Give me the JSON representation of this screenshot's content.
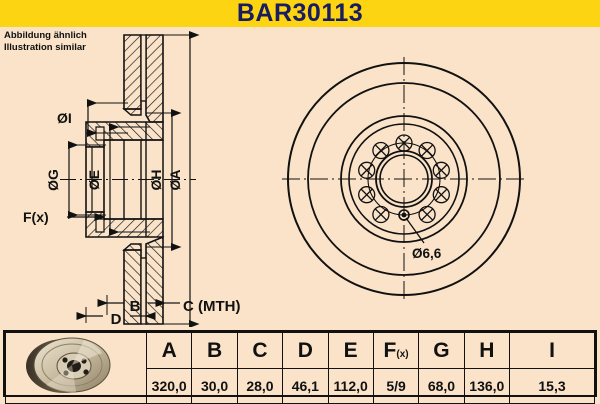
{
  "title": {
    "part_number": "BAR30113"
  },
  "note": {
    "line_de": "Abbildung ähnlich",
    "line_en": "Illustration similar"
  },
  "drawing": {
    "labels": {
      "dia_i": "ØI",
      "dia_g": "ØG",
      "dia_e": "ØE",
      "dia_h": "ØH",
      "dia_a": "ØA",
      "fx": "F(x)",
      "b": "B",
      "c": "C (MTH)",
      "d": "D",
      "hole": "Ø6,6"
    }
  },
  "table": {
    "thumbnail_alt": "brake-disc-photo",
    "headers": [
      "A",
      "B",
      "C",
      "D",
      "E",
      "F(x)",
      "G",
      "H",
      "I"
    ],
    "fx_header_main": "F",
    "fx_header_sub": "(x)",
    "values": [
      "320,0",
      "30,0",
      "28,0",
      "46,1",
      "112,0",
      "5/9",
      "68,0",
      "136,0",
      "15,3"
    ]
  },
  "colors": {
    "band": "#fcd411",
    "title_text": "#181c60",
    "background": "#fae3c8",
    "line": "#111111"
  }
}
